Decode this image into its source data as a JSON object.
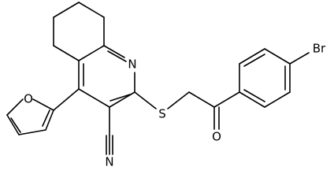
{
  "atoms": {
    "nitrogen_ring": "N",
    "oxygen_furan": "O",
    "sulfur": "S",
    "oxygen_ketone": "O",
    "nitrogen_nitrile": "N",
    "bromine": "Br"
  },
  "colors": {
    "bond": "#000000",
    "background": "#ffffff"
  }
}
